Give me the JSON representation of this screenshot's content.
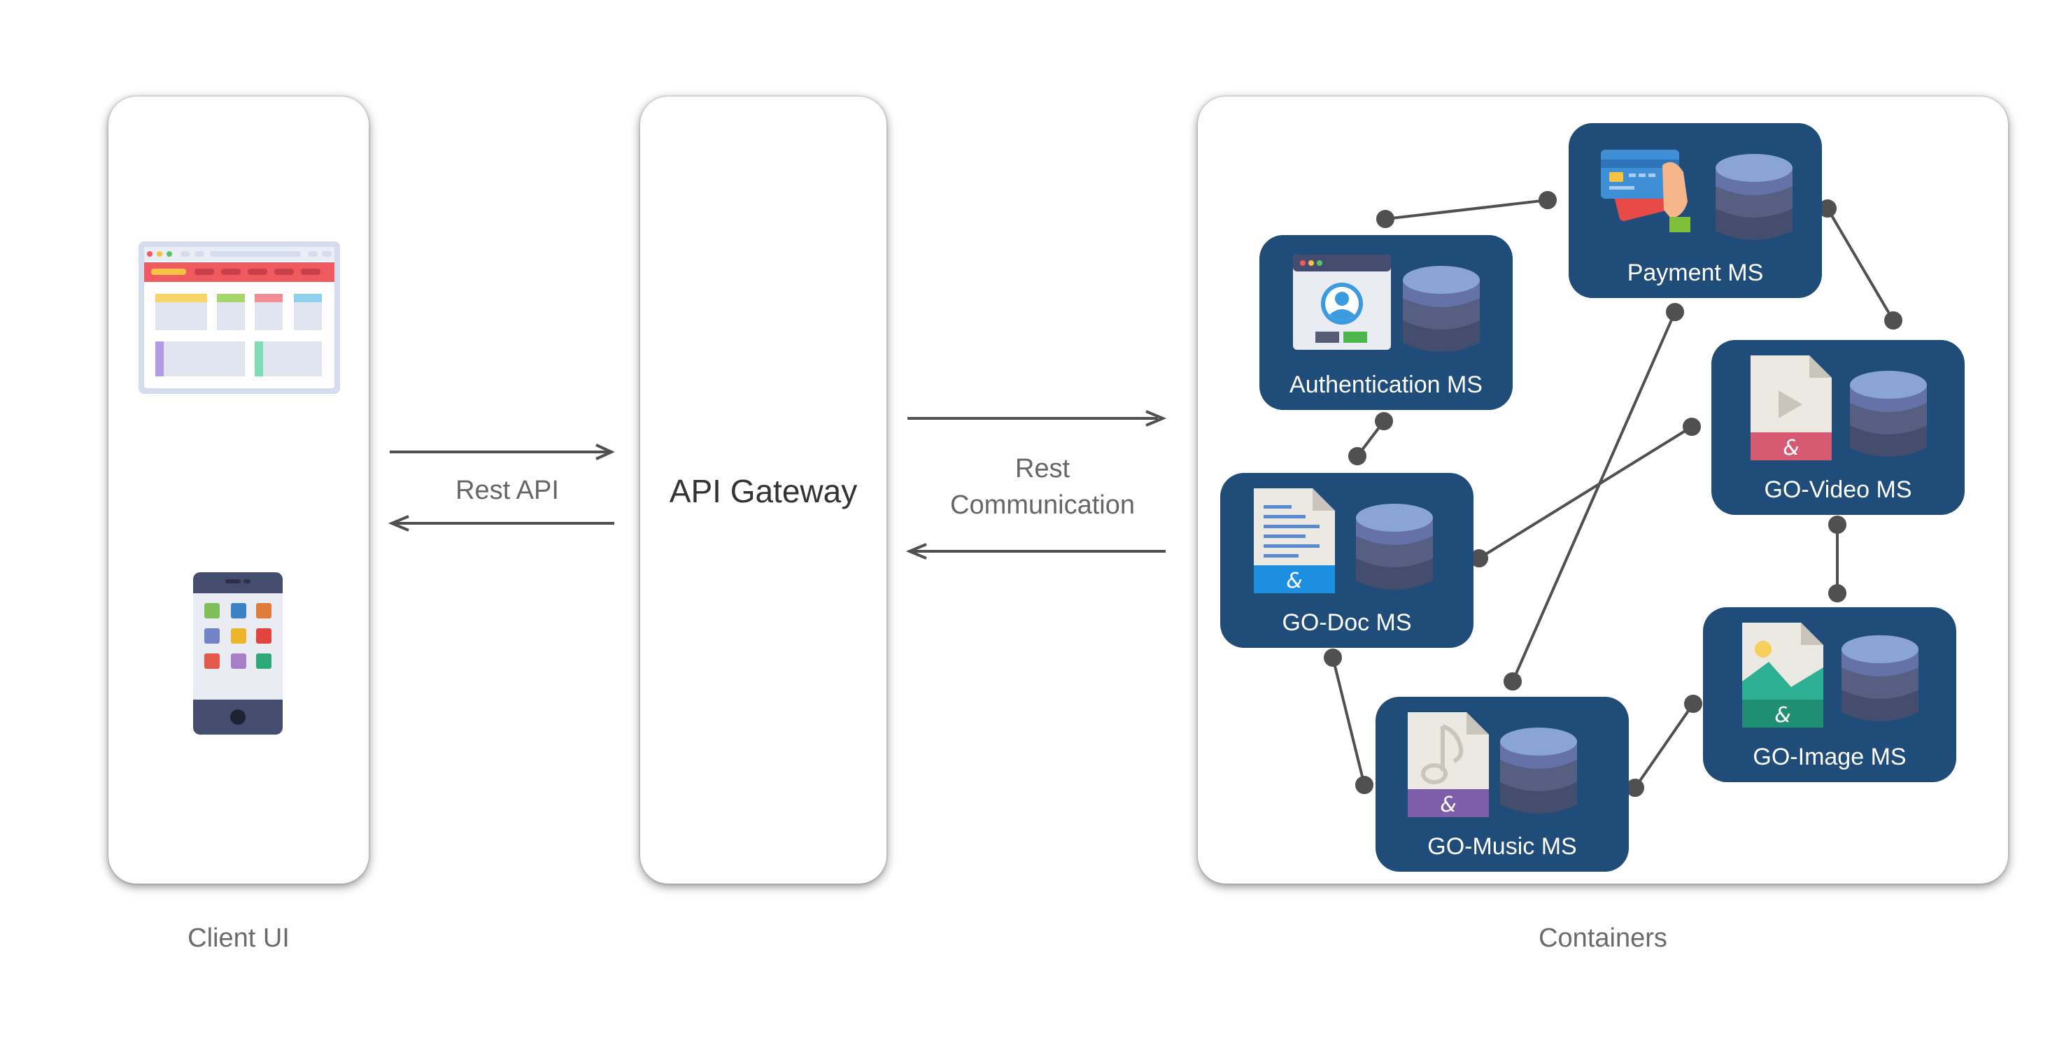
{
  "client": {
    "caption": "Client UI"
  },
  "gateway": {
    "title": "API Gateway"
  },
  "arrows": {
    "rest_api": "Rest API",
    "rest_comm_line1": "Rest",
    "rest_comm_line2": "Communication"
  },
  "containers": {
    "caption": "Containers"
  },
  "services": {
    "auth": "Authentication MS",
    "payment": "Payment MS",
    "video": "GO-Video MS",
    "doc": "GO-Doc MS",
    "image": "GO-Image MS",
    "music": "GO-Music MS"
  },
  "colors": {
    "box": "#1f4c78",
    "db_top": "#8aa4d6",
    "db_mid": "#6572a8",
    "db_bottom": "#444d6e",
    "connector": "#505050"
  }
}
